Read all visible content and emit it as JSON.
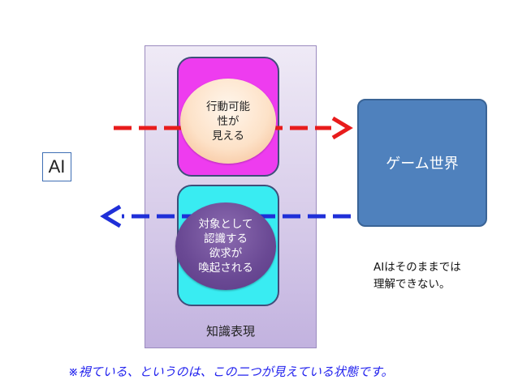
{
  "ai_label": "AI",
  "panel": {
    "label": "知識表現"
  },
  "top_circle": {
    "line1": "行動可能",
    "line2": "性が",
    "line3": "見える"
  },
  "bottom_circle": {
    "line1": "対象として",
    "line2": "認識する",
    "line3": "欲求が",
    "line4": "喚起される"
  },
  "game_world": {
    "label": "ゲーム世界"
  },
  "note": {
    "line1": "AIはそのままでは",
    "line2": "理解できない。"
  },
  "footnote": "※視ている、というのは、この二つが見えている状態です。",
  "colors": {
    "top_box": "#ee3cef",
    "bottom_box": "#39ecf2",
    "game_world": "#4f81bd",
    "arrow_right": "#e81c1c",
    "arrow_left": "#1f2fd8",
    "footnote": "#2222ee"
  }
}
